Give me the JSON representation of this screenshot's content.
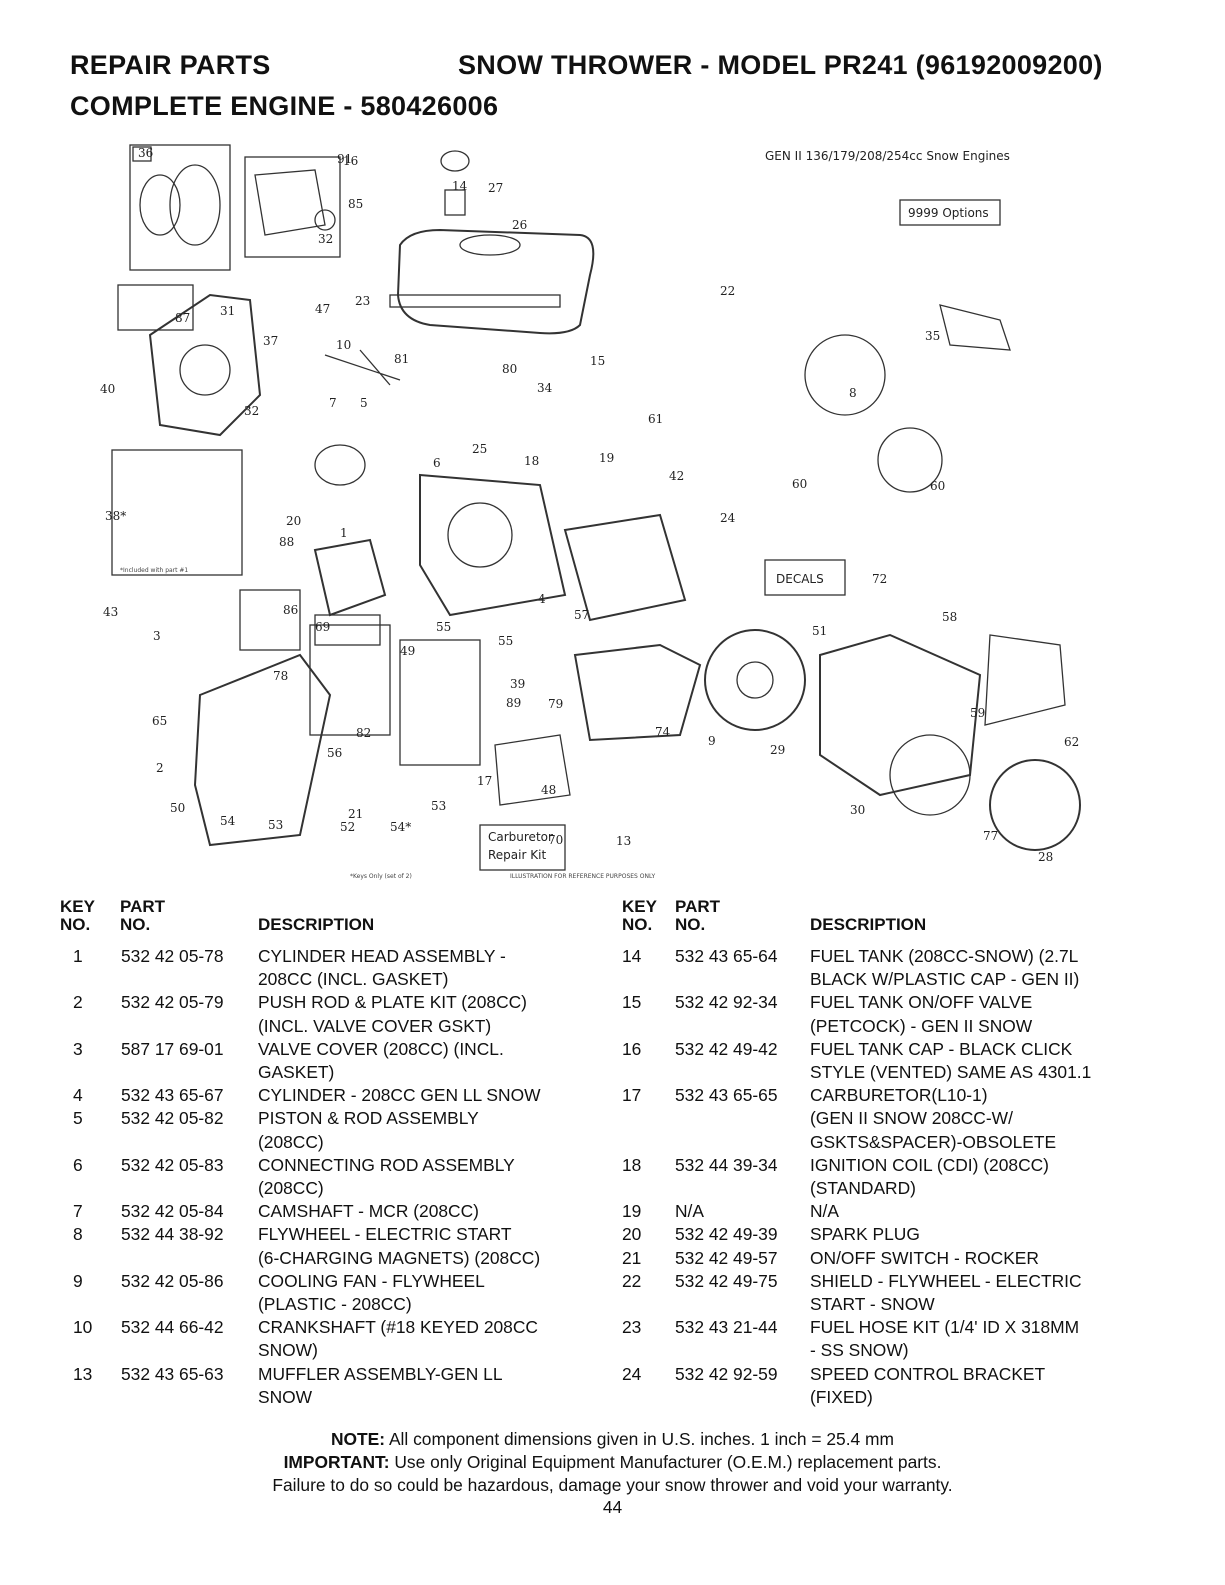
{
  "header": {
    "left_title": "REPAIR PARTS",
    "right_title": "SNOW THROWER - MODEL PR241 (96192009200)",
    "subtitle": "COMPLETE ENGINE - 580426006"
  },
  "diagram": {
    "engine_caption": "GEN II 136/179/208/254cc Snow Engines",
    "options_box": "9999 Options",
    "decals_box": "DECALS",
    "carb_box_line1": "Carburetor",
    "carb_box_line2": "Repair Kit",
    "included_note": "*Included with part #1",
    "keys_note": "*Keys Only (set of 2)",
    "illustration_note": "ILLUSTRATION FOR REFERENCE PURPOSES ONLY",
    "callouts": [
      "36",
      "91",
      "32",
      "16",
      "85",
      "14",
      "27",
      "26",
      "22",
      "35",
      "31",
      "87",
      "23",
      "47",
      "37",
      "10",
      "81",
      "80",
      "15",
      "34",
      "8",
      "40",
      "32",
      "7",
      "5",
      "61",
      "25",
      "18",
      "19",
      "42",
      "6",
      "60",
      "60",
      "24",
      "38*",
      "20",
      "88",
      "1",
      "4",
      "57",
      "72",
      "43",
      "3",
      "86",
      "55",
      "55",
      "69",
      "49",
      "51",
      "58",
      "78",
      "39",
      "89",
      "79",
      "59",
      "65",
      "82",
      "74",
      "9",
      "29",
      "62",
      "2",
      "56",
      "17",
      "48",
      "50",
      "21",
      "53",
      "30",
      "54",
      "53",
      "52",
      "54*",
      "70",
      "13",
      "77",
      "28"
    ]
  },
  "columns": {
    "key": "KEY",
    "no": "NO.",
    "part": "PART",
    "part_no": "NO.",
    "description": "DESCRIPTION"
  },
  "left_parts": [
    {
      "key": "1",
      "part": "532 42 05-78",
      "desc": "CYLINDER HEAD ASSEMBLY -\n208CC (INCL. GASKET)"
    },
    {
      "key": "2",
      "part": "532 42 05-79",
      "desc": "PUSH ROD & PLATE KIT (208CC)\n(INCL. VALVE COVER GSKT)"
    },
    {
      "key": "3",
      "part": "587 17 69-01",
      "desc": "VALVE COVER (208CC) (INCL.\nGASKET)"
    },
    {
      "key": "4",
      "part": "532 43 65-67",
      "desc": "CYLINDER - 208CC GEN LL SNOW"
    },
    {
      "key": "5",
      "part": "532 42 05-82",
      "desc": "PISTON & ROD ASSEMBLY\n(208CC)"
    },
    {
      "key": "6",
      "part": "532 42 05-83",
      "desc": "CONNECTING ROD ASSEMBLY\n(208CC)"
    },
    {
      "key": "7",
      "part": "532 42 05-84",
      "desc": "CAMSHAFT - MCR (208CC)"
    },
    {
      "key": "8",
      "part": "532 44 38-92",
      "desc": "FLYWHEEL - ELECTRIC START\n(6-CHARGING MAGNETS) (208CC)"
    },
    {
      "key": "9",
      "part": "532 42 05-86",
      "desc": "COOLING FAN - FLYWHEEL\n(PLASTIC - 208CC)"
    },
    {
      "key": "10",
      "part": "532 44 66-42",
      "desc": "CRANKSHAFT (#18 KEYED 208CC\nSNOW)"
    },
    {
      "key": "13",
      "part": "532 43 65-63",
      "desc": "MUFFLER ASSEMBLY-GEN LL\nSNOW"
    }
  ],
  "right_parts": [
    {
      "key": "14",
      "part": "532 43 65-64",
      "desc": "FUEL TANK (208CC-SNOW) (2.7L\nBLACK W/PLASTIC CAP - GEN II)"
    },
    {
      "key": "15",
      "part": "532 42 92-34",
      "desc": "FUEL TANK ON/OFF VALVE\n(PETCOCK) - GEN II SNOW"
    },
    {
      "key": "16",
      "part": "532 42 49-42",
      "desc": "FUEL TANK CAP - BLACK CLICK\nSTYLE (VENTED) SAME AS 4301.1"
    },
    {
      "key": "17",
      "part": "532 43 65-65",
      "desc": "CARBURETOR(L10-1)\n(GEN II SNOW 208CC-W/\nGSKTS&SPACER)-OBSOLETE"
    },
    {
      "key": "18",
      "part": "532 44 39-34",
      "desc": "IGNITION COIL (CDI) (208CC)\n(STANDARD)"
    },
    {
      "key": "19",
      "part": "N/A",
      "desc": "N/A"
    },
    {
      "key": "20",
      "part": "532 42 49-39",
      "desc": "SPARK PLUG"
    },
    {
      "key": "21",
      "part": "532 42 49-57",
      "desc": "ON/OFF SWITCH - ROCKER"
    },
    {
      "key": "22",
      "part": "532 42 49-75",
      "desc": "SHIELD - FLYWHEEL - ELECTRIC\nSTART - SNOW"
    },
    {
      "key": "23",
      "part": "532 43 21-44",
      "desc": "FUEL HOSE KIT (1/4' ID X 318MM\n- SS SNOW)"
    },
    {
      "key": "24",
      "part": "532 42 92-59",
      "desc": "SPEED CONTROL BRACKET\n(FIXED)"
    }
  ],
  "notes": {
    "note_label": "NOTE:",
    "note_text": " All component dimensions given in U.S. inches.    1 inch = 25.4 mm",
    "important_label": "IMPORTANT:",
    "important_text": " Use only Original Equipment Manufacturer (O.E.M.) replacement parts.",
    "failure_text": "Failure to do so could be hazardous, damage your snow thrower and void your warranty."
  },
  "page_number": "44"
}
